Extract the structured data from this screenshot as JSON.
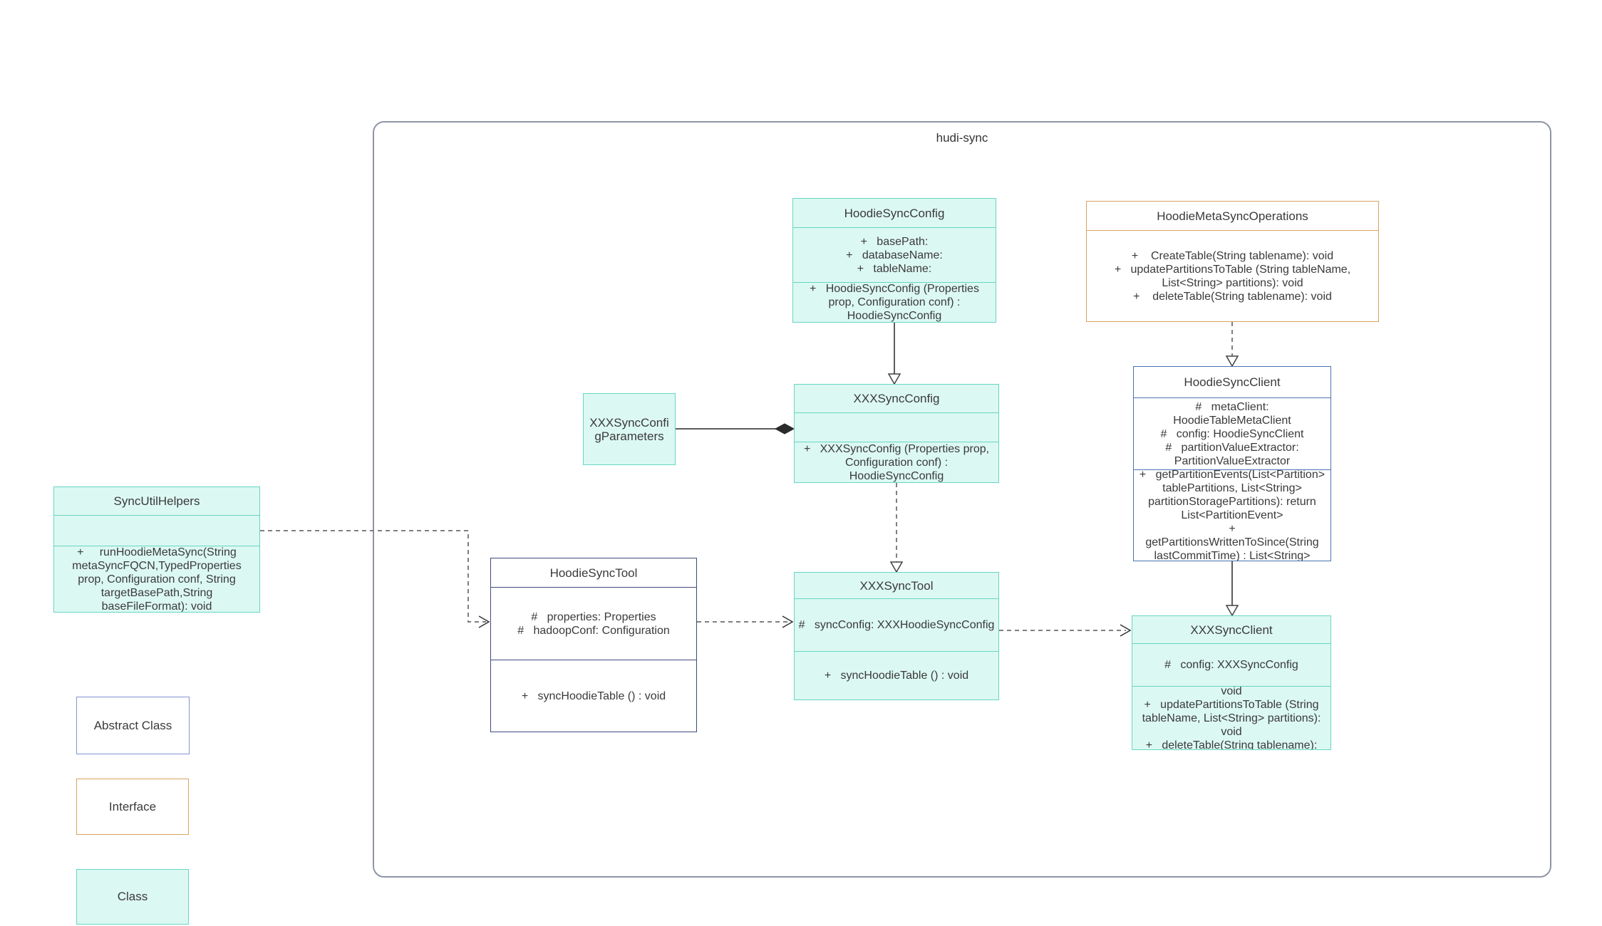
{
  "container": {
    "label": "hudi-sync"
  },
  "classes": {
    "hoodie_sync_config": {
      "title": "HoodieSyncConfig",
      "attributes": [
        "+   basePath:",
        "+   databaseName:",
        "+   tableName:"
      ],
      "methods": [
        "+   HoodieSyncConfig (Properties prop, Configuration conf) : HoodieSyncConfig"
      ]
    },
    "hoodie_meta_sync_operations": {
      "title": "HoodieMetaSyncOperations",
      "methods": [
        "+    CreateTable(String tablename): void",
        "+   updatePartitionsToTable (String tableName, List<String> partitions): void",
        "+    deleteTable(String tablename): void"
      ]
    },
    "xxx_sync_config_parameters": {
      "title": "XXXSyncConfigParameters"
    },
    "xxx_sync_config": {
      "title": "XXXSyncConfig",
      "attributes": [],
      "methods": [
        "+   XXXSyncConfig (Properties prop, Configuration conf) : HoodieSyncConfig"
      ]
    },
    "hoodie_sync_client": {
      "title": "HoodieSyncClient",
      "attributes": [
        "#   metaClient: HoodieTableMetaClient",
        "#   config: HoodieSyncClient",
        "#   partitionValueExtractor: PartitionValueExtractor"
      ],
      "methods": [
        "+   getPartitionEvents(List<Partition> tablePartitions, List<String> partitionStoragePartitions): return List<PartitionEvent>",
        "+   getPartitionsWrittenToSince(String lastCommitTime) : List<String>"
      ]
    },
    "sync_util_helpers": {
      "title": "SyncUtilHelpers",
      "attributes": [],
      "methods": [
        "+     runHoodieMetaSync(String metaSyncFQCN,TypedProperties prop, Configuration conf, String targetBasePath,String baseFileFormat): void"
      ]
    },
    "hoodie_sync_tool": {
      "title": "HoodieSyncTool",
      "attributes": [
        "#   properties: Properties",
        "#   hadoopConf: Configuration"
      ],
      "methods": [
        "+   syncHoodieTable () : void"
      ]
    },
    "xxx_sync_tool": {
      "title": "XXXSyncTool",
      "attributes": [
        "#   syncConfig: XXXHoodieSyncConfig"
      ],
      "methods": [
        "+   syncHoodieTable () : void"
      ]
    },
    "xxx_sync_client": {
      "title": "XXXSyncClient",
      "attributes": [
        "#   config: XXXSyncConfig"
      ],
      "methods": [
        "+   CreateTable(String tablename): void",
        "+   updatePartitionsToTable (String tableName, List<String> partitions): void",
        "+   deleteTable(String tablename): void"
      ]
    }
  },
  "legend": {
    "abstract_class": "Abstract Class",
    "interface": "Interface",
    "class": "Class"
  },
  "relationships": [
    {
      "from": "HoodieSyncConfig",
      "to": "XXXSyncConfig",
      "type": "generalization-solid-hollow-triangle"
    },
    {
      "from": "HoodieMetaSyncOperations",
      "to": "HoodieSyncClient",
      "type": "realization-dashed-hollow-triangle"
    },
    {
      "from": "XXXSyncConfigParameters",
      "to": "XXXSyncConfig",
      "type": "composition-filled-diamond"
    },
    {
      "from": "XXXSyncConfig",
      "to": "XXXSyncTool",
      "type": "realization-dashed-hollow-triangle"
    },
    {
      "from": "SyncUtilHelpers",
      "to": "HoodieSyncTool",
      "type": "dependency-dashed-open-arrow"
    },
    {
      "from": "HoodieSyncTool",
      "to": "XXXSyncTool",
      "type": "dependency-dashed-open-arrow"
    },
    {
      "from": "XXXSyncTool",
      "to": "XXXSyncClient",
      "type": "dependency-dashed-open-arrow"
    },
    {
      "from": "HoodieSyncClient",
      "to": "XXXSyncClient",
      "type": "generalization-solid-hollow-triangle"
    }
  ],
  "colors": {
    "class_fill": "#dcf8f2",
    "class_border": "#66d6c3",
    "interface_border": "#d8a35f",
    "abstract_border": "#8494d4",
    "frame_border": "#8e95a6"
  }
}
